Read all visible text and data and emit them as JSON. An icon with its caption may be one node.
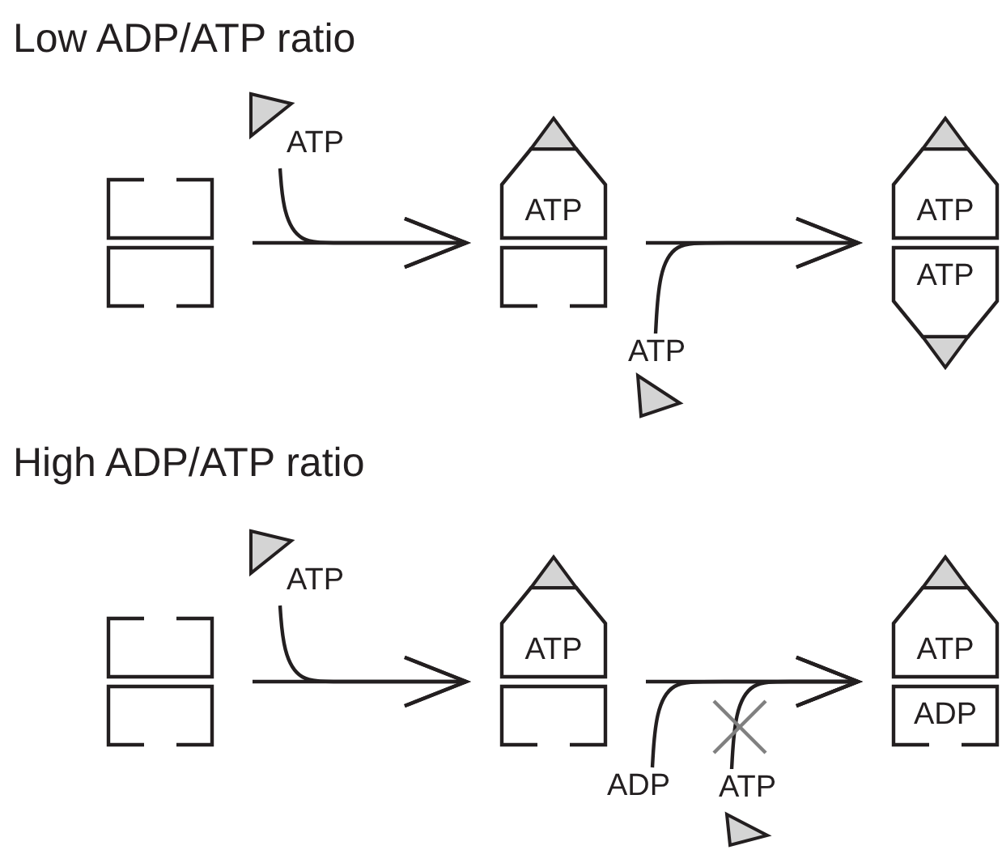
{
  "diagram": {
    "nodes": [
      {
        "text": [],
        "shape": "box"
      },
      {
        "text": [
          "ATP"
        ]
      },
      {
        "text": [
          "ATP"
        ]
      },
      {
        "text": [
          "ATP"
        ]
      },
      {
        "text": [
          "ATP",
          "ATP"
        ]
      },
      {
        "text": [],
        "shape": "box"
      },
      {
        "text": [
          "ATP"
        ]
      },
      {
        "text": [
          "ATP"
        ]
      },
      {
        "text": [
          "ADP"
        ]
      },
      {
        "text": [
          "ATP"
        ]
      },
      {
        "text": [
          "ATP",
          "ADP"
        ]
      }
    ],
    "edges": [
      {
        "from": 0,
        "to": 2,
        "arrow": "to"
      },
      {
        "from": 1,
        "to": 2,
        "arrow": "to"
      },
      {
        "from": 2,
        "to": 4,
        "arrow": "to"
      },
      {
        "from": 3,
        "to": 4,
        "arrow": "to"
      },
      {
        "from": 5,
        "to": 7,
        "arrow": "to"
      },
      {
        "from": 6,
        "to": 7,
        "arrow": "to"
      },
      {
        "from": 7,
        "to": 10,
        "arrow": "to"
      },
      {
        "from": 8,
        "to": 10,
        "arrow": "to"
      },
      {
        "from": 9,
        "to": 10,
        "arrow": "to"
      }
    ],
    "labels": [
      "Low ADP/ATP ratio",
      "High ADP/ATP ratio"
    ]
  }
}
